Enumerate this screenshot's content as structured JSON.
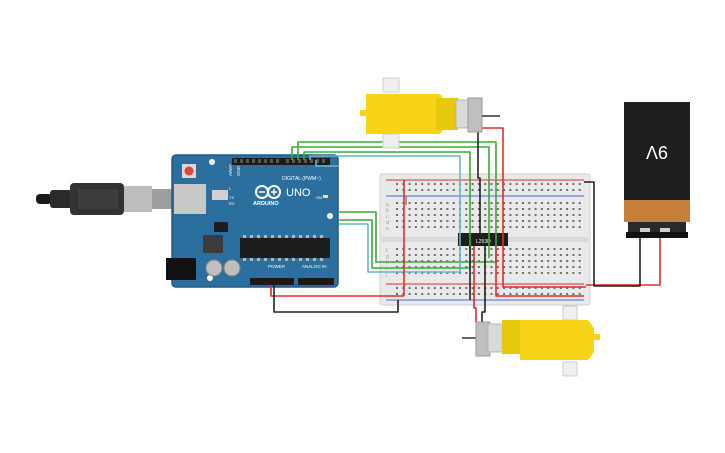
{
  "canvas": {
    "background": "#ffffff"
  },
  "arduino": {
    "brand": "ARDUINO",
    "model": "UNO",
    "header_digital": "DIGITAL (PWM~)",
    "header_power": "POWER",
    "header_analog": "ANALOG IN",
    "label_tx": "TX",
    "label_rx": "RX",
    "label_on": "ON",
    "label_l": "L",
    "label_aref": "AREF",
    "label_gnd": "GND",
    "board_color": "#2b6f9e",
    "chip_color": "#1d1d1d"
  },
  "battery": {
    "label": "9V",
    "body_color": "#1f1f1f",
    "cap_color": "#c77f3b"
  },
  "driver_ic": {
    "label": "L293D"
  },
  "breadboard": {
    "row_letters_top": [
      "a",
      "b",
      "c",
      "d",
      "e"
    ],
    "row_letters_bottom": [
      "f",
      "g",
      "h",
      "i",
      "j"
    ],
    "color": "#e9e9e9"
  },
  "wire_colors": {
    "red": "#e52b2b",
    "black": "#222222",
    "green": "#3aaa35",
    "cyan": "#64b6c9",
    "gray": "#888888"
  },
  "motor": {
    "body_color": "#f7d417"
  }
}
